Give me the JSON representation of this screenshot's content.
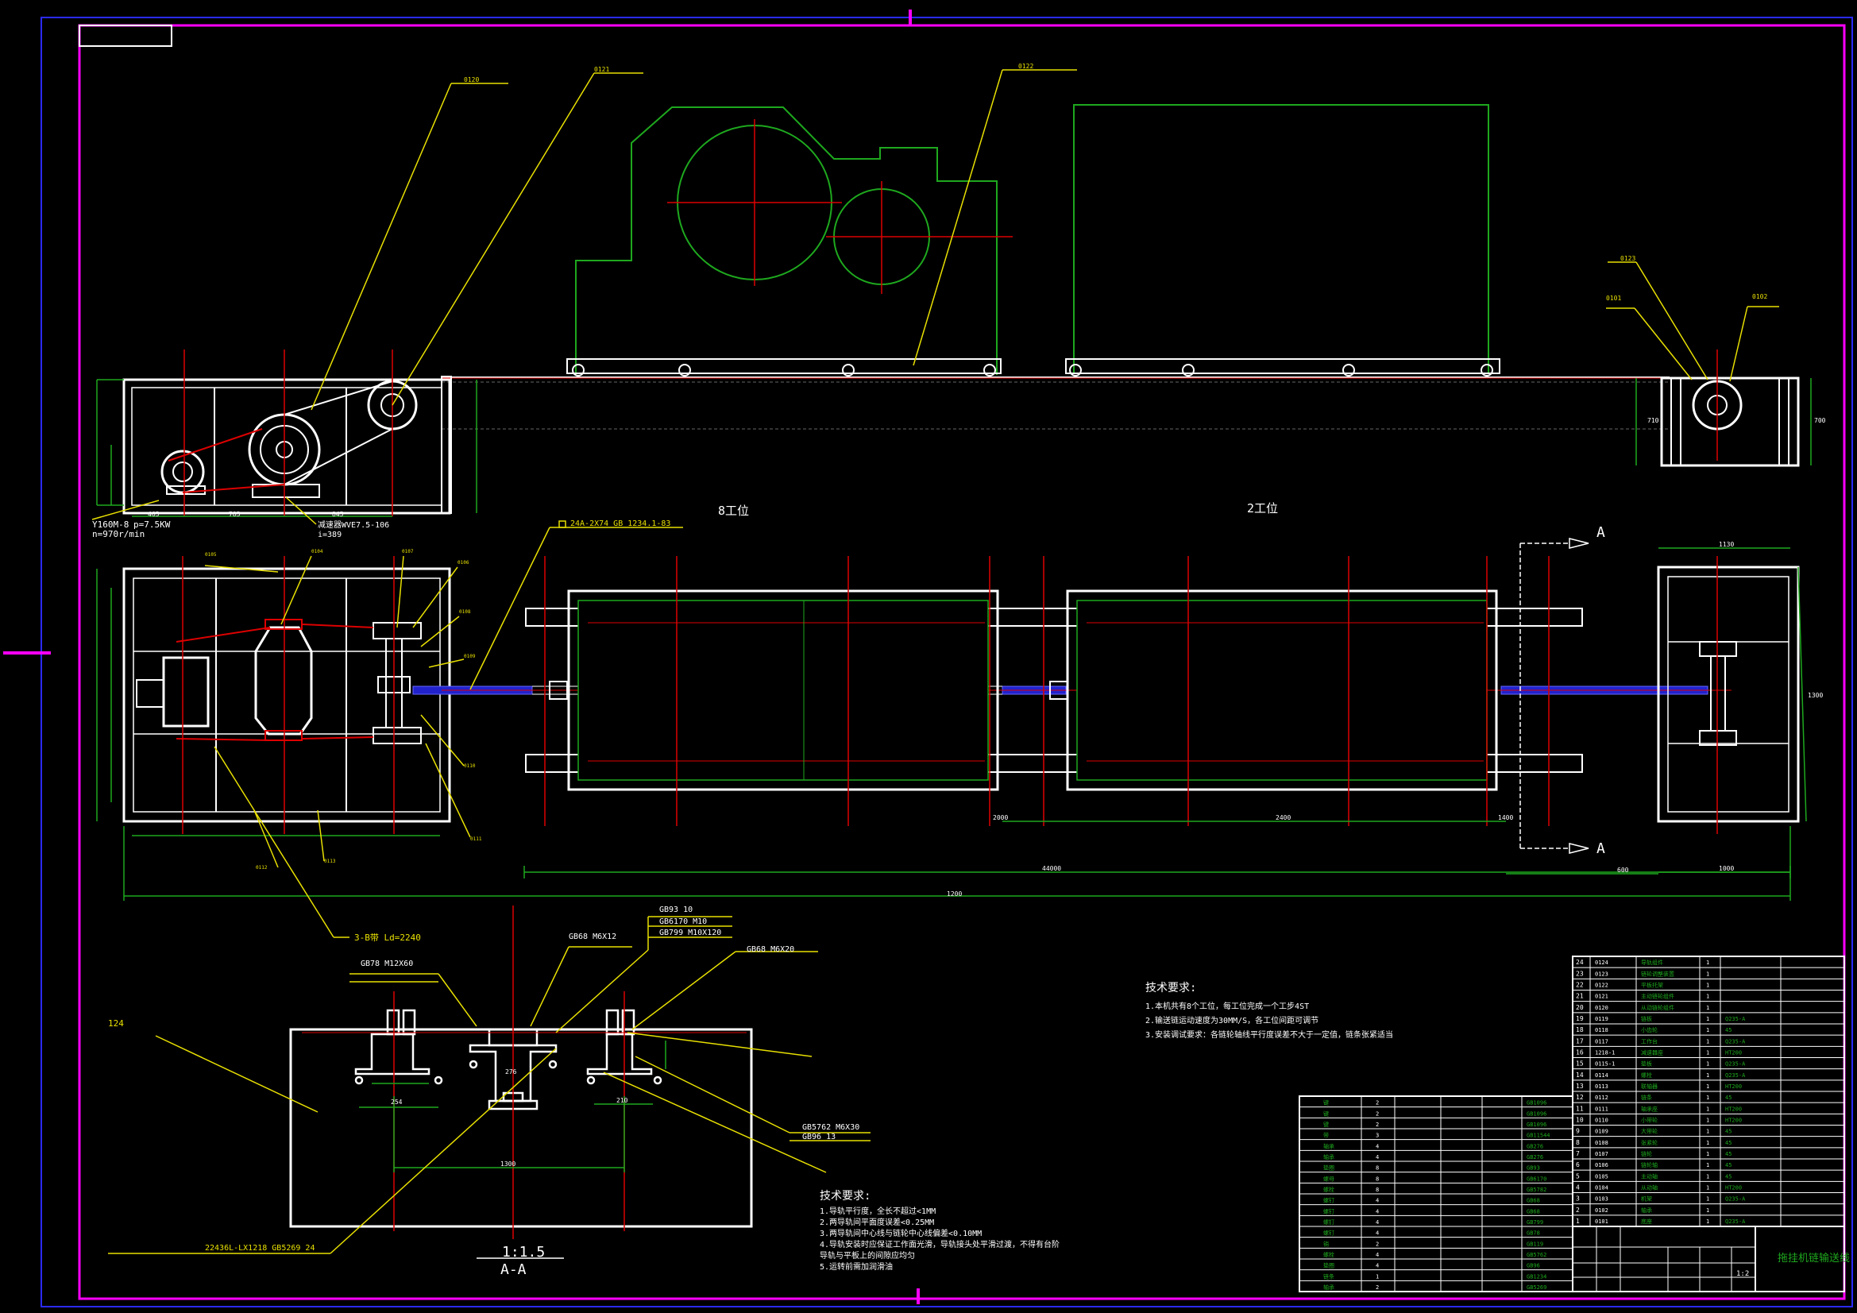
{
  "labels": {
    "motor": "Y160M-8",
    "motor_power": "p=7.5KW",
    "motor_speed": "n=970r/min",
    "reducer": "减速器WVE7.5-106",
    "reducer_ratio": "i=389",
    "chain_spec": "24A-2X74 GB 1234.1-83",
    "station_left": "8工位",
    "station_right": "2工位",
    "section_marker": "A",
    "belt": "3-B带 Ld=2240",
    "bolt_a": "GB78 M12X60",
    "bolt_b": "GB68 M6X12",
    "washer": "GB93 10",
    "nut": "GB6170 M10",
    "bolt_c": "GB799 M10X120",
    "bolt_d": "GB68 M6X20",
    "bolt_e": "GB5762 M6X30",
    "washer_e": "GB96 13",
    "bearing_note": "22436L-LX1218 GB5269 24",
    "part_124": "124",
    "scale": "1:1.5",
    "section_title": "A-A",
    "dims": {
      "d1": "465",
      "d2": "785",
      "d3": "845",
      "d4": "2000",
      "d5": "2400",
      "d6": "1400",
      "d7": "600",
      "d8": "1000",
      "d9": "44000",
      "d10": "1200",
      "d11": "1130",
      "d12": "1300",
      "d13": "210",
      "d14": "276",
      "d15": "254",
      "d16": "710",
      "d17": "700"
    }
  },
  "tech_req_1": {
    "title": "技术要求:",
    "lines": [
      "1.本机共有8个工位，每工位完成一个工步4ST",
      "2.输送链运动速度为30MM/S，各工位间距可调节",
      "3.安装调试要求：各链轮轴线平行度误差不大于一定值，链条张紧适当"
    ]
  },
  "tech_req_2": {
    "title": "技术要求:",
    "lines": [
      "1.导轨平行度，全长不超过<1MM",
      "2.两导轨间平面度误差<0.25MM",
      "3.两导轨间中心线与链轮中心线偏差<0.10MM",
      "4.导轨安装时应保证工作面光滑，导轨接头处平滑过渡，不得有台阶",
      "导轨与平板上的间隙应均匀",
      "5.运转前需加润滑油"
    ]
  },
  "title_block": {
    "name": "拖挂机链输送线",
    "sheet": "1:2"
  },
  "bom_rows": [
    {
      "n": "24",
      "code": "0124",
      "name": "导轨组件",
      "qty": "1",
      "mat": ""
    },
    {
      "n": "23",
      "code": "0123",
      "name": "链轮调整装置",
      "qty": "1",
      "mat": ""
    },
    {
      "n": "22",
      "code": "0122",
      "name": "平板托架",
      "qty": "1",
      "mat": ""
    },
    {
      "n": "21",
      "code": "0121",
      "name": "主动链轮组件",
      "qty": "1",
      "mat": ""
    },
    {
      "n": "20",
      "code": "0120",
      "name": "从动链轮组件",
      "qty": "1",
      "mat": ""
    },
    {
      "n": "19",
      "code": "0119",
      "name": "链板",
      "qty": "1",
      "mat": "Q235-A"
    },
    {
      "n": "18",
      "code": "0118",
      "name": "小齿轮",
      "qty": "1",
      "mat": "45"
    },
    {
      "n": "17",
      "code": "0117",
      "name": "工作台",
      "qty": "1",
      "mat": "Q235-A"
    },
    {
      "n": "16",
      "code": "1218-1",
      "name": "减速器座",
      "qty": "1",
      "mat": "HT200"
    },
    {
      "n": "15",
      "code": "0115-1",
      "name": "垫板",
      "qty": "1",
      "mat": "Q235-A"
    },
    {
      "n": "14",
      "code": "0114",
      "name": "螺栓",
      "qty": "1",
      "mat": "Q235-A"
    },
    {
      "n": "13",
      "code": "0113",
      "name": "联轴器",
      "qty": "1",
      "mat": "HT200"
    },
    {
      "n": "12",
      "code": "0112",
      "name": "链条",
      "qty": "1",
      "mat": "45"
    },
    {
      "n": "11",
      "code": "0111",
      "name": "轴承座",
      "qty": "1",
      "mat": "HT200"
    },
    {
      "n": "10",
      "code": "0110",
      "name": "小带轮",
      "qty": "1",
      "mat": "HT200"
    },
    {
      "n": "9",
      "code": "0109",
      "name": "大带轮",
      "qty": "1",
      "mat": "45"
    },
    {
      "n": "8",
      "code": "0108",
      "name": "张紧轮",
      "qty": "1",
      "mat": "45"
    },
    {
      "n": "7",
      "code": "0107",
      "name": "链轮",
      "qty": "1",
      "mat": "45"
    },
    {
      "n": "6",
      "code": "0106",
      "name": "链轮轴",
      "qty": "1",
      "mat": "45"
    },
    {
      "n": "5",
      "code": "0105",
      "name": "主动轴",
      "qty": "1",
      "mat": "45"
    },
    {
      "n": "4",
      "code": "0104",
      "name": "从动轴",
      "qty": "1",
      "mat": "HT200"
    },
    {
      "n": "3",
      "code": "0103",
      "name": "机架",
      "qty": "1",
      "mat": "Q235-A"
    },
    {
      "n": "2",
      "code": "0102",
      "name": "轴承",
      "qty": "1",
      "mat": ""
    },
    {
      "n": "1",
      "code": "0101",
      "name": "底座",
      "qty": "1",
      "mat": "Q235-A"
    }
  ],
  "std_rows": [
    {
      "name": "键",
      "qty": "2",
      "std": "GB1096"
    },
    {
      "name": "键",
      "qty": "2",
      "std": "GB1096"
    },
    {
      "name": "键",
      "qty": "2",
      "std": "GB1096"
    },
    {
      "name": "带",
      "qty": "3",
      "std": "GB11544"
    },
    {
      "name": "轴承",
      "qty": "4",
      "std": "GB276"
    },
    {
      "name": "轴承",
      "qty": "4",
      "std": "GB276"
    },
    {
      "name": "垫圈",
      "qty": "8",
      "std": "GB93"
    },
    {
      "name": "螺母",
      "qty": "8",
      "std": "GB6170"
    },
    {
      "name": "螺栓",
      "qty": "8",
      "std": "GB5782"
    },
    {
      "name": "螺钉",
      "qty": "4",
      "std": "GB68"
    },
    {
      "name": "螺钉",
      "qty": "4",
      "std": "GB68"
    },
    {
      "name": "螺钉",
      "qty": "4",
      "std": "GB799"
    },
    {
      "name": "螺钉",
      "qty": "4",
      "std": "GB78"
    },
    {
      "name": "销",
      "qty": "2",
      "std": "GB119"
    },
    {
      "name": "螺栓",
      "qty": "4",
      "std": "GB5762"
    },
    {
      "name": "垫圈",
      "qty": "4",
      "std": "GB96"
    },
    {
      "name": "链条",
      "qty": "1",
      "std": "GB1234"
    },
    {
      "name": "轴承",
      "qty": "2",
      "std": "GB5269"
    }
  ]
}
